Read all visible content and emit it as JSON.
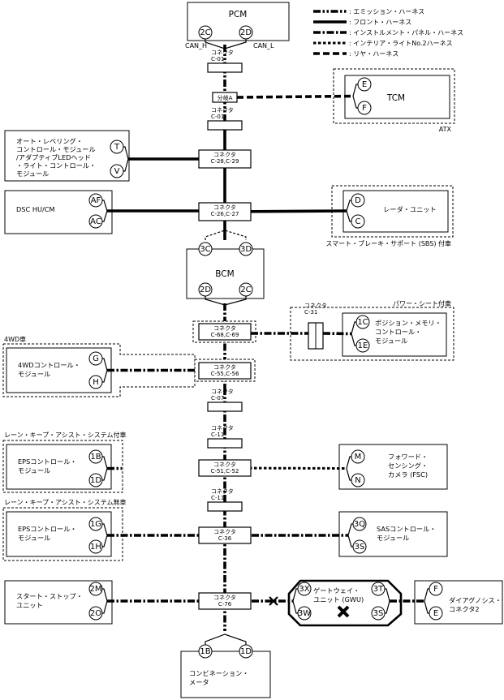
{
  "legend": [
    {
      "label": ": エミッション・ハーネス",
      "style": "emission"
    },
    {
      "label": ": フロント・ハーネス",
      "style": "front"
    },
    {
      "label": ": インストルメント・パネル・ハーネス",
      "style": "instrument"
    },
    {
      "label": ": インテリア・ライトNo.2ハーネス",
      "style": "interior"
    },
    {
      "label": ": リヤ・ハーネス",
      "style": "rear"
    }
  ],
  "colors": {
    "line": "#000000",
    "background": "#ffffff"
  },
  "modules": {
    "pcm": {
      "lines": [
        "PCM"
      ],
      "pins": [
        "2C",
        "2D"
      ],
      "pin_labels": [
        "CAN_H",
        "CAN_L"
      ]
    },
    "tcm": {
      "lines": [
        "TCM"
      ],
      "pins": [
        "E",
        "F"
      ],
      "note": "ATX"
    },
    "leveling": {
      "lines": [
        "オート・レベリング・",
        "コントロール・モジュール",
        "/アダプティブLEDヘッド",
        "・ライト・コントロール・",
        "モジュール"
      ],
      "pins": [
        "T",
        "V"
      ]
    },
    "dsc": {
      "lines": [
        "DSC HU/CM"
      ],
      "pins": [
        "AF",
        "AC"
      ]
    },
    "radar": {
      "lines": [
        "レーダ・ユニット"
      ],
      "pins": [
        "D",
        "C"
      ],
      "note": "スマート・ブレーキ・サポート (SBS) 付車"
    },
    "bcm": {
      "lines": [
        "BCM"
      ],
      "pins": [
        "3C",
        "3D",
        "2D",
        "2C"
      ]
    },
    "seat": {
      "lines": [
        "ポジション・メモリ・",
        "コントロール・",
        "モジュール"
      ],
      "pins": [
        "1C",
        "1E"
      ],
      "note": "パワー・シート付車"
    },
    "awd": {
      "lines": [
        "4WDコントロール・",
        "モジュール"
      ],
      "pins": [
        "G",
        "H"
      ],
      "note": "4WD車"
    },
    "eps1": {
      "lines": [
        "EPSコントロール・",
        "モジュール"
      ],
      "pins": [
        "1B",
        "1D"
      ],
      "note": "レーン・キープ・アシスト・システム付車"
    },
    "fsc": {
      "lines": [
        "フォワード・",
        "センシング・",
        "カメラ (FSC)"
      ],
      "pins": [
        "M",
        "N"
      ]
    },
    "eps2": {
      "lines": [
        "EPSコントロール・",
        "モジュール"
      ],
      "pins": [
        "1G",
        "1H"
      ],
      "note": "レーン・キープ・アシスト・システム無車"
    },
    "sas": {
      "lines": [
        "SASコントロール・",
        "モジュール"
      ],
      "pins": [
        "3Q",
        "3S"
      ]
    },
    "startstop": {
      "lines": [
        "スタート・ストップ・",
        "ユニット"
      ],
      "pins": [
        "2M",
        "2O"
      ]
    },
    "gwu": {
      "lines": [
        "ゲートウェイ・",
        "ユニット (GWU)"
      ],
      "pins": [
        "3X",
        "3W",
        "3T",
        "3S"
      ]
    },
    "dlc": {
      "lines": [
        "ダイアグノシス・",
        "コネクタ2"
      ],
      "pins": [
        "F",
        "E"
      ]
    },
    "meter": {
      "lines": [
        "コンビネーション・",
        "メータ"
      ],
      "pins": [
        "1B",
        "1D"
      ]
    }
  },
  "connectors": {
    "c1": [
      "コネクタ",
      "C-01"
    ],
    "branch": [
      "分岐A"
    ],
    "c2": [
      "コネクタ",
      "C-01"
    ],
    "c3": [
      "コネクタ",
      "C-28,C-29"
    ],
    "c4": [
      "コネクタ",
      "C-26,C-27"
    ],
    "c5": [
      "コネクタ",
      "C-68,C-69"
    ],
    "c31": [
      "コネクタ",
      "C-31"
    ],
    "c6": [
      "コネクタ",
      "C-55,C-56"
    ],
    "c7": [
      "コネクタ",
      "C-07"
    ],
    "c8": [
      "コネクタ",
      "C-11"
    ],
    "c9": [
      "コネクタ",
      "C-51,C-52"
    ],
    "c10": [
      "コネクタ",
      "C-11"
    ],
    "c11": [
      "コネクタ",
      "C-36"
    ],
    "c12": [
      "コネクタ",
      "C-76"
    ]
  }
}
